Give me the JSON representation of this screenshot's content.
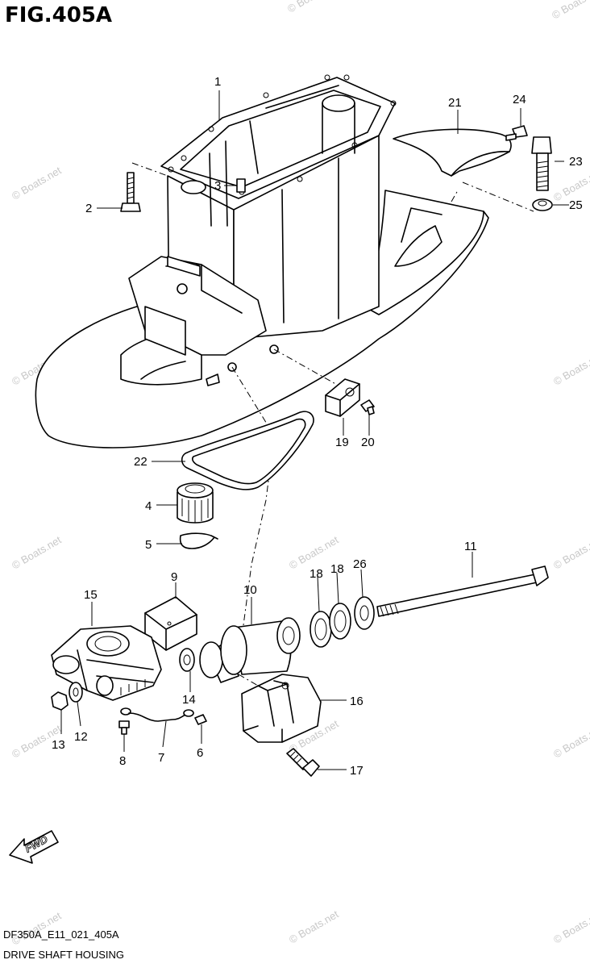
{
  "figure_title": "FIG.405A",
  "footer": {
    "code": "DF350A_E11_021_405A",
    "name": "DRIVE SHAFT HOUSING"
  },
  "watermark": "© Boats.net",
  "fwd_label": "FWD",
  "callouts": [
    "1",
    "2",
    "3",
    "4",
    "5",
    "6",
    "7",
    "8",
    "9",
    "10",
    "11",
    "12",
    "13",
    "14",
    "15",
    "16",
    "17",
    "18",
    "18",
    "19",
    "20",
    "21",
    "22",
    "23",
    "24",
    "25",
    "26"
  ]
}
